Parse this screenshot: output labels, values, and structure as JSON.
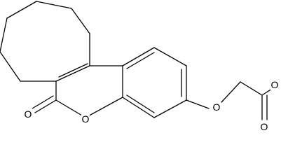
{
  "molecule": {
    "atoms": {
      "carbonyl_oxygen": "O",
      "ring_oxygen": "O",
      "ether_oxygen": "O",
      "ester_ether_oxygen": "O",
      "ester_carbonyl_oxygen": "O"
    }
  }
}
